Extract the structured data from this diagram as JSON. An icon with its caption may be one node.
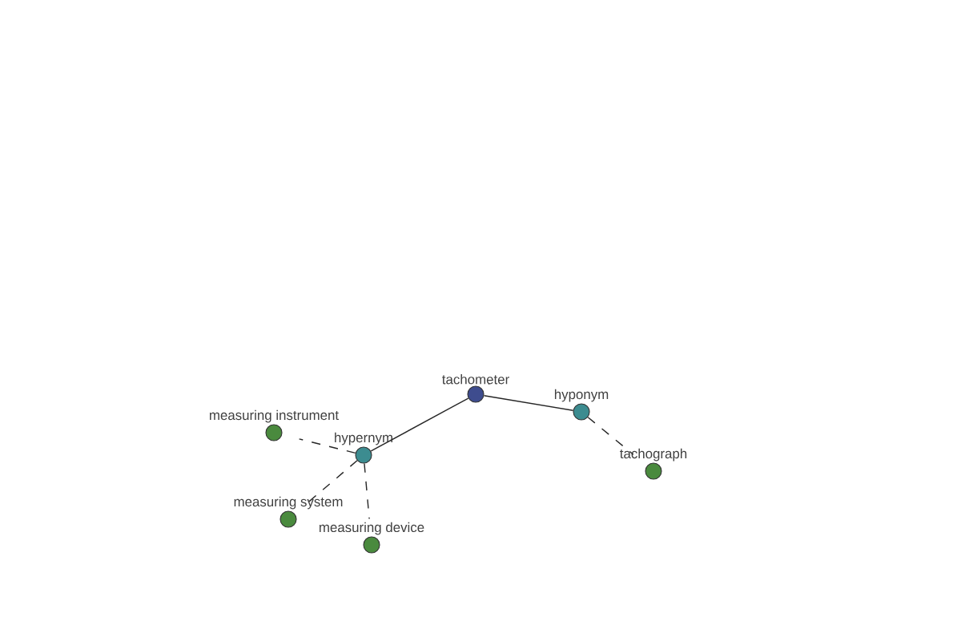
{
  "diagram": {
    "nodes": [
      {
        "text": [
          "tachometer"
        ]
      },
      {
        "text": [
          "hypernym"
        ]
      },
      {
        "text": [
          "hyponym"
        ]
      },
      {
        "text": [
          "measuring instrument"
        ]
      },
      {
        "text": [
          "measuring system"
        ]
      },
      {
        "text": [
          "measuring device"
        ]
      },
      {
        "text": [
          "tachograph"
        ]
      }
    ],
    "edges": [
      {
        "from": 0,
        "to": 1,
        "arrow": "none"
      },
      {
        "from": 0,
        "to": 2,
        "arrow": "none"
      },
      {
        "from": 1,
        "to": 3,
        "arrow": "none",
        "style": "dashed"
      },
      {
        "from": 1,
        "to": 4,
        "arrow": "none",
        "style": "dashed"
      },
      {
        "from": 1,
        "to": 5,
        "arrow": "none",
        "style": "dashed"
      },
      {
        "from": 2,
        "to": 6,
        "arrow": "none",
        "style": "dashed"
      }
    ]
  }
}
